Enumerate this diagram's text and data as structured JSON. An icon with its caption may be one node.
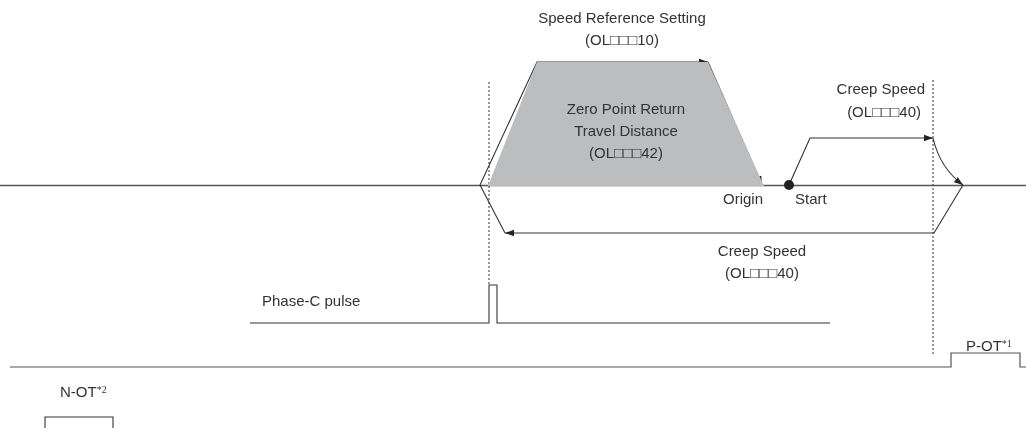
{
  "diagram": {
    "nodes": [
      {
        "text": [
          "Zero Point Return Travel Distance",
          "(OL□□□42)"
        ]
      }
    ],
    "labels": [
      "Speed Reference Setting",
      "(OL□□□10)",
      "Creep Speed",
      "(OL□□□40)",
      "Origin",
      "Start",
      "Creep Speed",
      "(OL□□□40)",
      "Phase-C pulse",
      "P-OT$^{*1}$",
      "N-OT$^{*2}$"
    ]
  }
}
